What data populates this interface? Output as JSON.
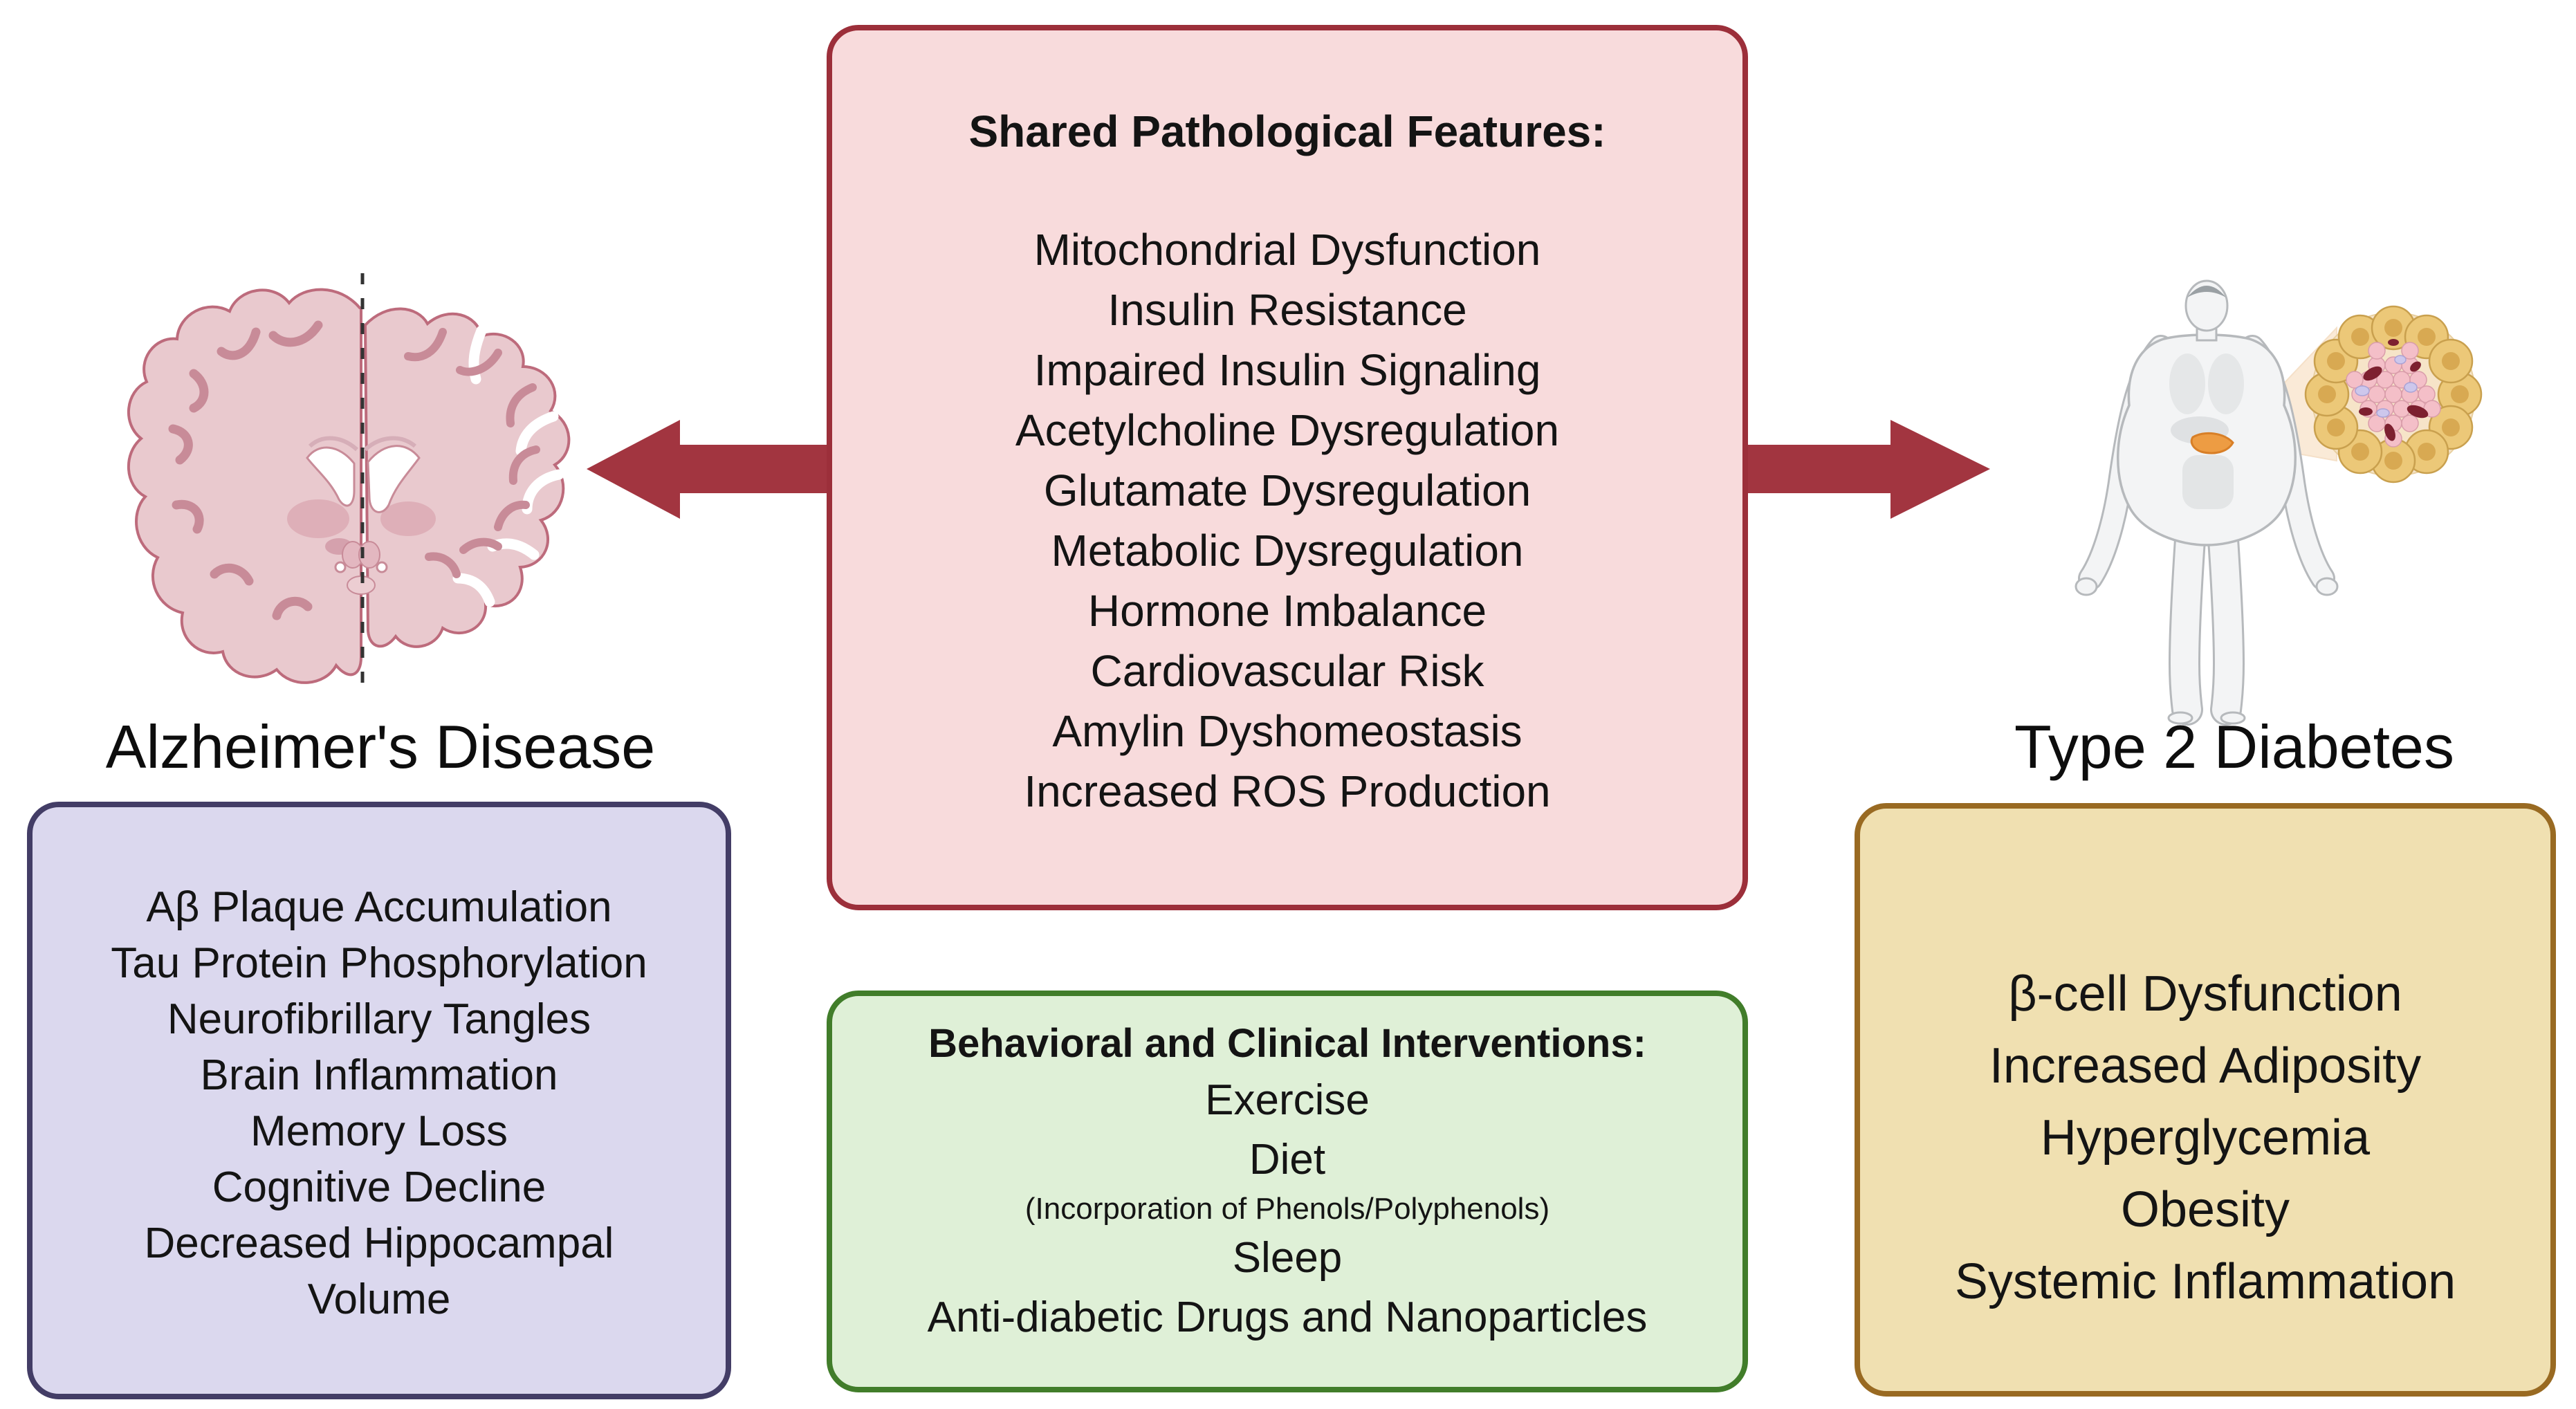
{
  "figure": {
    "left": {
      "label": "Alzheimer's Disease",
      "features": [
        "Aβ Plaque Accumulation",
        "Tau Protein Phosphorylation",
        "Neurofibrillary Tangles",
        "Brain Inflammation",
        "Memory Loss",
        "Cognitive Decline",
        "Decreased Hippocampal Volume"
      ]
    },
    "shared": {
      "title": "Shared Pathological Features:",
      "items": [
        "Mitochondrial Dysfunction",
        "Insulin Resistance",
        "Impaired Insulin Signaling",
        "Acetylcholine Dysregulation",
        "Glutamate Dysregulation",
        "Metabolic Dysregulation",
        "Hormone Imbalance",
        "Cardiovascular Risk",
        "Amylin Dyshomeostasis",
        "Increased ROS Production"
      ]
    },
    "interventions": {
      "title": "Behavioral and Clinical Interventions:",
      "items": [
        {
          "label": "Exercise"
        },
        {
          "label": "Diet",
          "note": "(Incorporation of Phenols/Polyphenols)"
        },
        {
          "label": "Sleep"
        },
        {
          "label": "Anti-diabetic Drugs and Nanoparticles"
        }
      ]
    },
    "right": {
      "label": "Type 2 Diabetes",
      "features": [
        "β-cell Dysfunction",
        "Increased Adiposity",
        "Hyperglycemia",
        "Obesity",
        "Systemic Inflammation"
      ]
    },
    "icons": {
      "brain": "brain-coronal-section-illustration",
      "body": "obese-figure-pancreas-islet-illustration",
      "left_arrow": "left-arrow-icon",
      "right_arrow": "right-arrow-icon"
    },
    "colors": {
      "pink_fill": "#F8DBDC",
      "pink_border": "#9C2F3A",
      "arrow": "#A23540",
      "green_fill": "#DFF0D7",
      "green_border": "#417D2A",
      "purple_fill": "#DBD8EE",
      "purple_border": "#433D66",
      "tan_fill": "#F0E0B1",
      "tan_border": "#996A22",
      "brain_pink": "#E9C9CE",
      "pancreas_orange": "#ED9C43"
    }
  }
}
